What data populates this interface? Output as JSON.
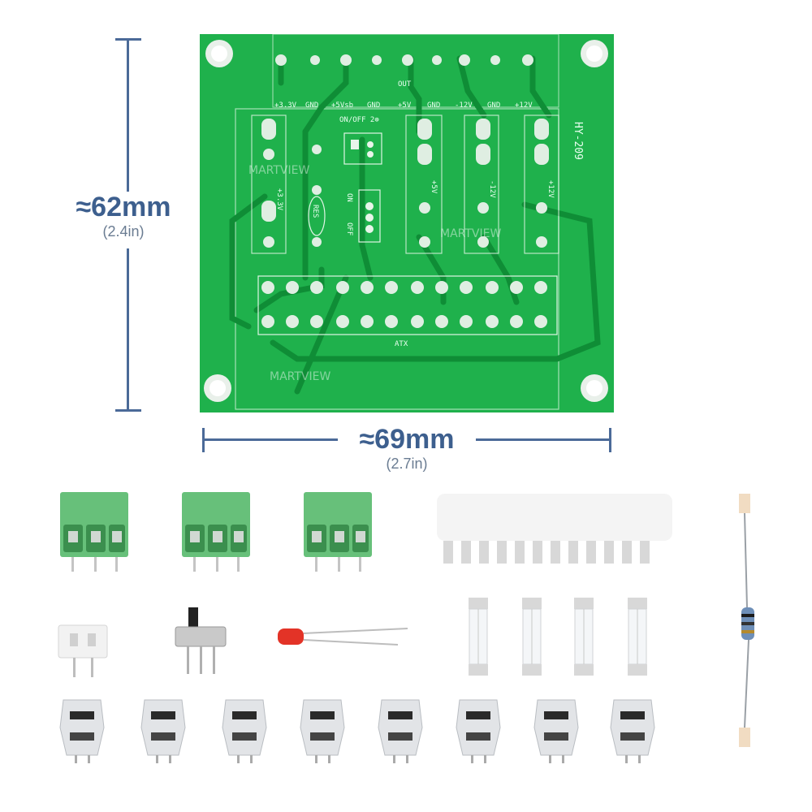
{
  "dimensions": {
    "height_main": "≈62mm",
    "height_sub": "(2.4in)",
    "width_main": "≈69mm",
    "width_sub": "(2.7in)"
  },
  "board": {
    "model": "HY-209",
    "out_label": "OUT",
    "rail_labels": [
      "+3.3V",
      "GND",
      "+5Vsb",
      "GND",
      "+5V",
      "GND",
      "-12V",
      "GND",
      "+12V"
    ],
    "switch_label": "ON/OFF 2⊕",
    "vertical_labels": [
      "+3.3V",
      "+5V",
      "-12V",
      "+12V"
    ],
    "res_label": "RES",
    "on_label": "ON",
    "off_label": "OFF",
    "atx_label": "ATX",
    "watermark": "MARTVIEW"
  },
  "colors": {
    "pcb": "#19b04a",
    "pcb_dark": "#0e8c35",
    "terminal": "#5fbf72",
    "dimension": "#3d5f8e"
  },
  "parts": {
    "terminal_blocks": 3,
    "fuse_holders": 4,
    "fuse_clips": 8
  }
}
